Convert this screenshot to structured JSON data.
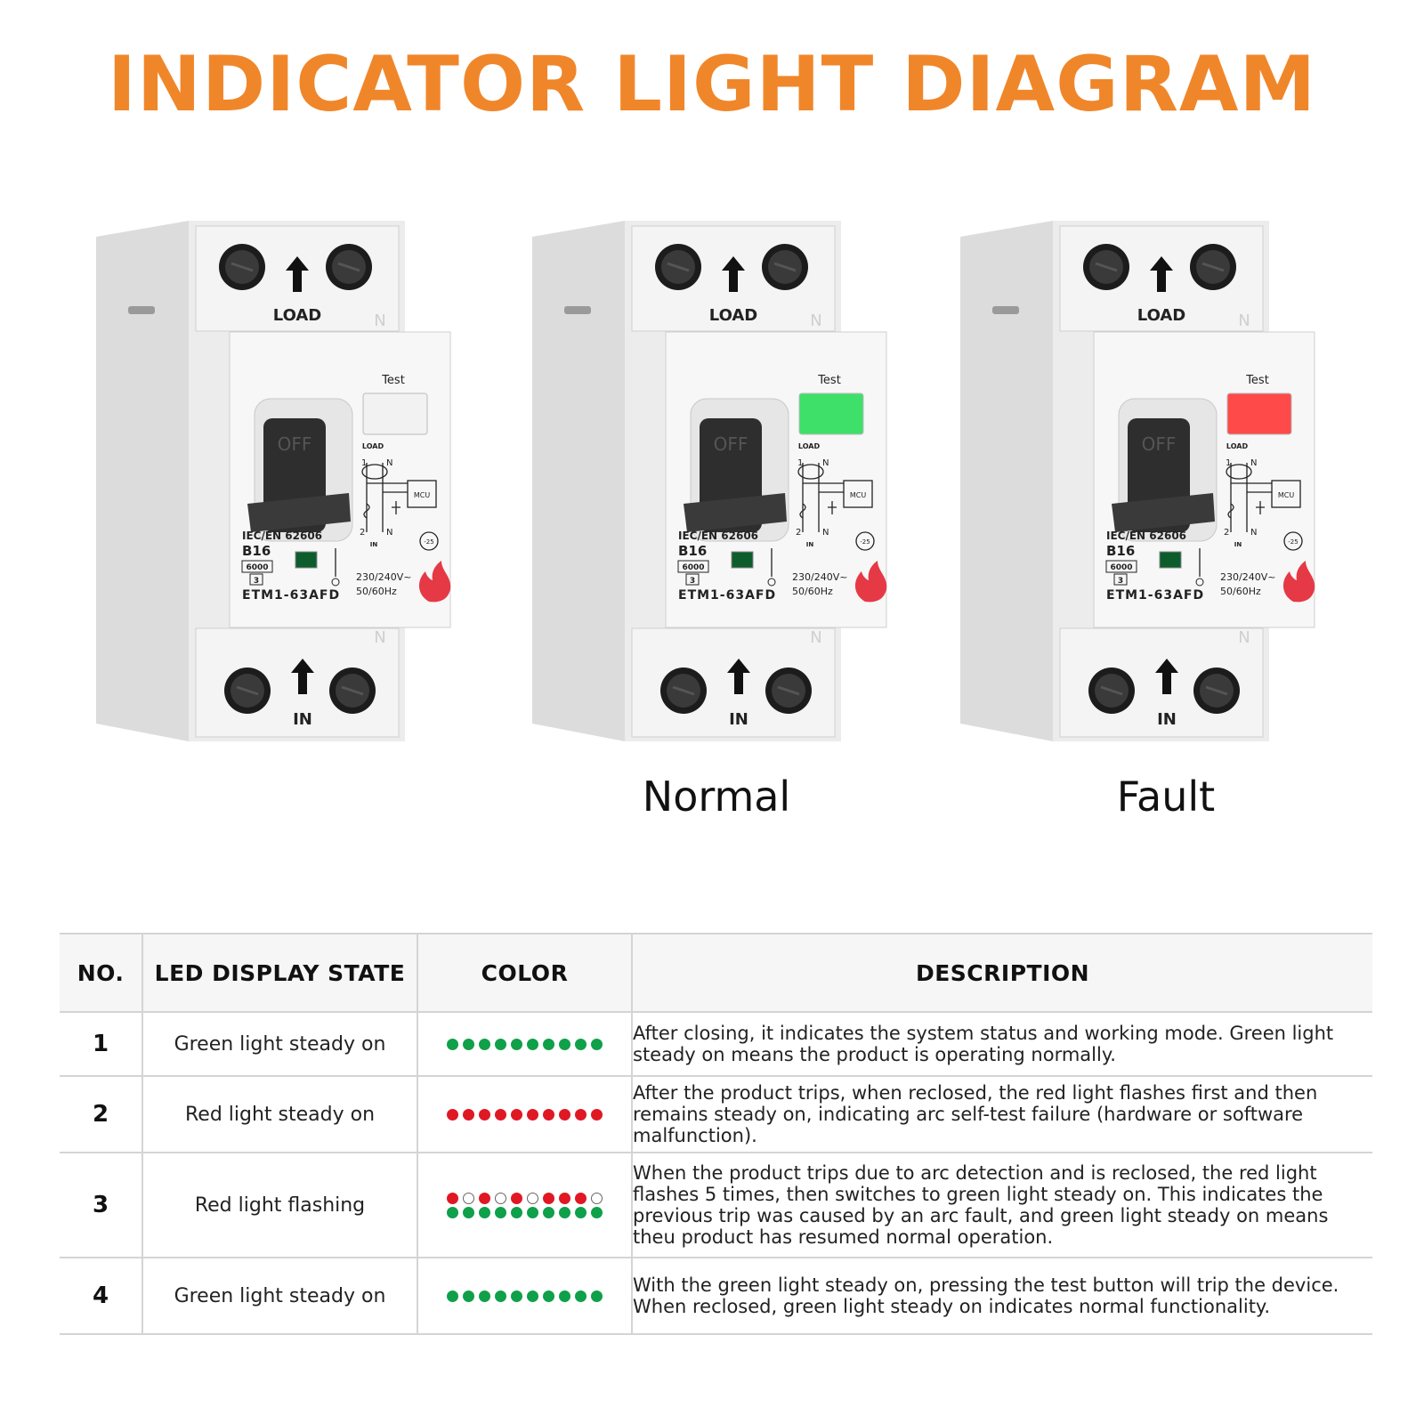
{
  "title": "INDICATOR LIGHT DIAGRAM",
  "devices": [
    {
      "load_label": "LOAD",
      "in_label": "IN",
      "neutral_label": "N",
      "test_label": "Test",
      "handle_label": "OFF",
      "standard": "IEC/EN 62606",
      "rating": "B16",
      "capacity": "6000",
      "class_label": "3",
      "model": "ETM1-63AFD",
      "voltage": "230/240V~",
      "frequency": "50/60Hz",
      "diagram_load": "LOAD",
      "diagram_mcu": "MCU",
      "diagram_temp": "-25",
      "terminal_1": "1",
      "terminal_2": "2",
      "terminal_n": "N",
      "terminal_in": "IN",
      "test_light_color": "#f2f2f2",
      "caption": ""
    },
    {
      "load_label": "LOAD",
      "in_label": "IN",
      "neutral_label": "N",
      "test_label": "Test",
      "handle_label": "OFF",
      "standard": "IEC/EN 62606",
      "rating": "B16",
      "capacity": "6000",
      "class_label": "3",
      "model": "ETM1-63AFD",
      "voltage": "230/240V~",
      "frequency": "50/60Hz",
      "diagram_load": "LOAD",
      "diagram_mcu": "MCU",
      "diagram_temp": "-25",
      "terminal_1": "1",
      "terminal_2": "2",
      "terminal_n": "N",
      "terminal_in": "IN",
      "test_light_color": "#3ee06a",
      "caption": "Normal"
    },
    {
      "load_label": "LOAD",
      "in_label": "IN",
      "neutral_label": "N",
      "test_label": "Test",
      "handle_label": "OFF",
      "standard": "IEC/EN 62606",
      "rating": "B16",
      "capacity": "6000",
      "class_label": "3",
      "model": "ETM1-63AFD",
      "voltage": "230/240V~",
      "frequency": "50/60Hz",
      "diagram_load": "LOAD",
      "diagram_mcu": "MCU",
      "diagram_temp": "-25",
      "terminal_1": "1",
      "terminal_2": "2",
      "terminal_n": "N",
      "terminal_in": "IN",
      "test_light_color": "#ff4a4a",
      "caption": "Fault"
    }
  ],
  "table": {
    "headers": [
      "NO.",
      "LED DISPLAY STATE",
      "COLOR",
      "DESCRIPTION"
    ],
    "rows": [
      {
        "no": "1",
        "state": "Green light steady on",
        "patterns": [
          "gggggggggg"
        ],
        "description": "After closing, it indicates the system status and working mode. Green light steady on means the product is operating normally."
      },
      {
        "no": "2",
        "state": "Red light steady on",
        "patterns": [
          "rrrrrrrrrr"
        ],
        "description": "After the product trips, when reclosed, the red light flashes first and then remains steady on, indicating arc self-test failure (hardware or software malfunction)."
      },
      {
        "no": "3",
        "state": "Red light flashing",
        "patterns": [
          "rwrwrwrrrw",
          "gggggggggg"
        ],
        "description": "When the product trips due to arc detection and is reclosed, the red light flashes 5 times, then switches to green light steady on. This indicates the previous trip was caused by an arc fault, and green light steady on means theu product has resumed normal operation."
      },
      {
        "no": "4",
        "state": "Green light steady on",
        "patterns": [
          "gggggggggg"
        ],
        "description": "With the green light steady on, pressing the test button will trip the device. When reclosed, green light steady on indicates normal functionality."
      }
    ]
  },
  "colors": {
    "title": "#f0862a",
    "green": "#0fa04a",
    "red": "#e01824"
  }
}
